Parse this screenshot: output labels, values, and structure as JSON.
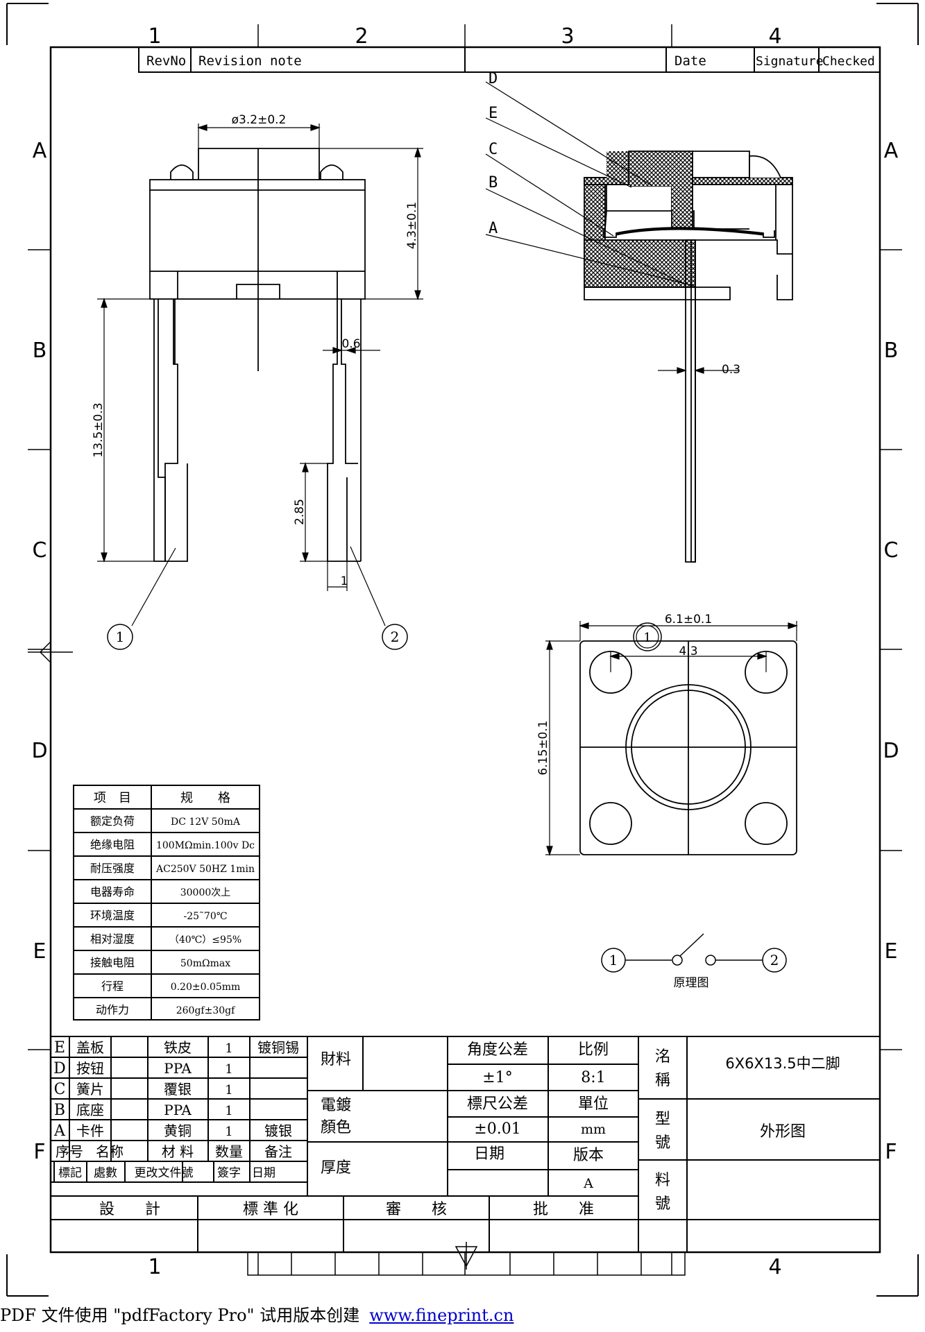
{
  "border": {
    "columns": [
      "1",
      "2",
      "3",
      "4"
    ],
    "rows": [
      "A",
      "B",
      "C",
      "D",
      "E",
      "F"
    ]
  },
  "revision": {
    "rev_no": "RevNo",
    "revision_note": "Revision note",
    "date": "Date",
    "signature": "Signature",
    "checked": "Checked"
  },
  "front_view": {
    "dia": "ø3.2±0.2",
    "height": "4.3±0.1",
    "pin_len": "13.5±0.3",
    "pin_w": "0.6",
    "pin_tip": "2.85",
    "pin_step": "1",
    "callout1": "1",
    "callout2": "2"
  },
  "section_view": {
    "labels": [
      "D",
      "E",
      "C",
      "B",
      "A"
    ],
    "pin_thickness": "0.3"
  },
  "top_view": {
    "width": "6.1±0.1",
    "pitch": "4.3",
    "height": "6.15±0.1",
    "marker": "1"
  },
  "spec_table": {
    "header": [
      "项　目",
      "规　　格"
    ],
    "rows": [
      [
        "额定负荷",
        "DC 12V 50mA"
      ],
      [
        "绝缘电阻",
        "100MΩmin.100v Dc"
      ],
      [
        "耐压强度",
        "AC250V 50HZ 1min"
      ],
      [
        "电器寿命",
        "30000次上"
      ],
      [
        "环境温度",
        "-25˜70℃"
      ],
      [
        "相对湿度",
        "（40℃）≤95%"
      ],
      [
        "接触电阻",
        "50mΩmax"
      ],
      [
        "行程",
        "0.20±0.05mm"
      ],
      [
        "动作力",
        "260gf±30gf"
      ]
    ]
  },
  "schematic": {
    "node1": "1",
    "node2": "2",
    "label": "原理图"
  },
  "bom": {
    "rows": [
      [
        "E",
        "盖板",
        "铁皮",
        "1",
        "镀铜锡"
      ],
      [
        "D",
        "按钮",
        "PPA",
        "1",
        ""
      ],
      [
        "C",
        "簧片",
        "覆银",
        "1",
        ""
      ],
      [
        "B",
        "底座",
        "PPA",
        "1",
        ""
      ],
      [
        "A",
        "卡件",
        "黄铜",
        "1",
        "镀银"
      ]
    ],
    "header": [
      "序号",
      "名称",
      "材 料",
      "数量",
      "备注"
    ],
    "sign_row": [
      "標記",
      "處數",
      "更改文件號",
      "簽字",
      "日期"
    ]
  },
  "title_block": {
    "material": "財料",
    "plating": [
      "電鍍",
      "顏色"
    ],
    "thickness": "厚度",
    "angle_tol": "角度公差",
    "angle_val": "±1°",
    "ratio": "比例",
    "ratio_val": "8:1",
    "dim_tol": "標尺公差",
    "dim_val": "±0.01",
    "unit": "單位",
    "unit_val": "mm",
    "date": "日期",
    "version": "版本",
    "version_val": "A",
    "name_label": [
      "洺",
      "稱"
    ],
    "name_val": "6X6X13.5中二脚",
    "model_label": [
      "型",
      "號"
    ],
    "model_val": "外形图",
    "part_label": [
      "料",
      "號"
    ],
    "sign_labels": [
      "設　　計",
      "標 準 化",
      "審　　核",
      "批　　准"
    ]
  },
  "footer": {
    "text": "PDF 文件使用 \"pdfFactory Pro\" 试用版本创建",
    "link": "www.fineprint.cn"
  }
}
